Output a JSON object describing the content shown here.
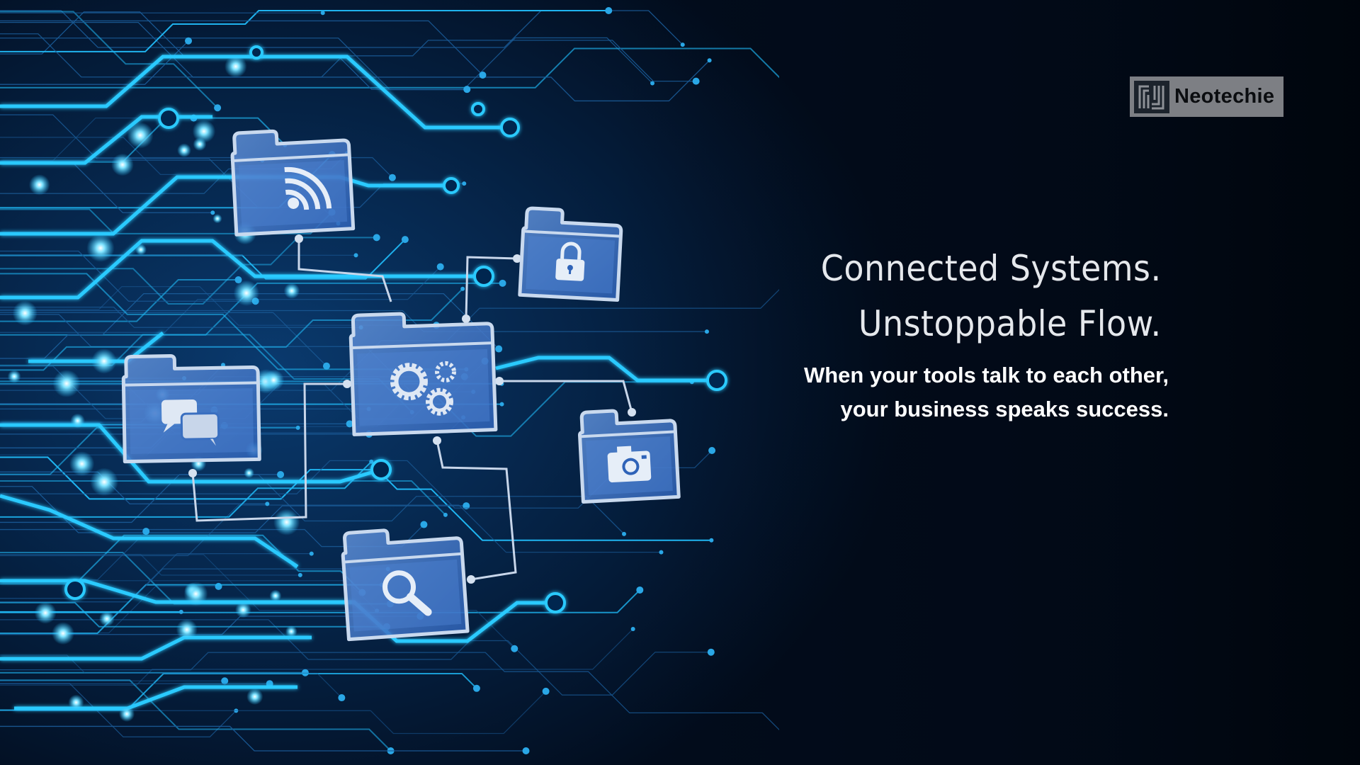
{
  "brand": {
    "name": "Neotechie"
  },
  "headline": {
    "line1": "Connected Systems.",
    "line2": "Unstoppable Flow."
  },
  "tagline": "When your tools talk to each other, your business speaks success.",
  "colors": {
    "background": "#041a36",
    "circuit": "#27c4ff",
    "folder": "#6fa3e0",
    "text": "#ffffff"
  },
  "folders": [
    "rss-feed",
    "lock",
    "gears",
    "chat",
    "camera",
    "search"
  ]
}
